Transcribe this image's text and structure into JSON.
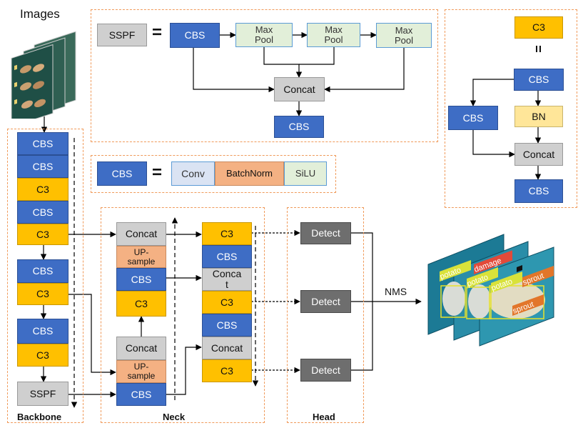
{
  "images_title": "Images",
  "sspf_def": {
    "name": "SSPF",
    "equals": "=",
    "cbs": "CBS",
    "maxpool": "Max\nPool",
    "concat": "Concat",
    "out_cbs": "CBS"
  },
  "cbs_def": {
    "name": "CBS",
    "equals": "=",
    "conv": "Conv",
    "batchnorm": "BatchNorm",
    "silu": "SiLU"
  },
  "c3_def": {
    "name": "C3",
    "equals": "=",
    "cbs_top": "CBS",
    "cbs_left": "CBS",
    "bn": "BN",
    "concat": "Concat",
    "cbs_out": "CBS"
  },
  "backbone": {
    "label": "Backbone",
    "blocks": [
      "CBS",
      "CBS",
      "C3",
      "CBS",
      "C3",
      "CBS",
      "C3",
      "CBS",
      "C3",
      "SSPF"
    ]
  },
  "neck": {
    "label": "Neck",
    "left": [
      "Concat",
      "UP-\nsample",
      "CBS",
      "C3",
      "Concat",
      "UP-\nsample",
      "CBS"
    ],
    "right": [
      "C3",
      "CBS",
      "Conca\nt",
      "C3",
      "CBS",
      "Concat",
      "C3"
    ]
  },
  "head": {
    "label": "Head",
    "detect": [
      "Detect",
      "Detect",
      "Detect"
    ]
  },
  "nms": "NMS",
  "output_labels": [
    "potato",
    "damage",
    "potato",
    "potato",
    "sprout",
    "sprout"
  ]
}
